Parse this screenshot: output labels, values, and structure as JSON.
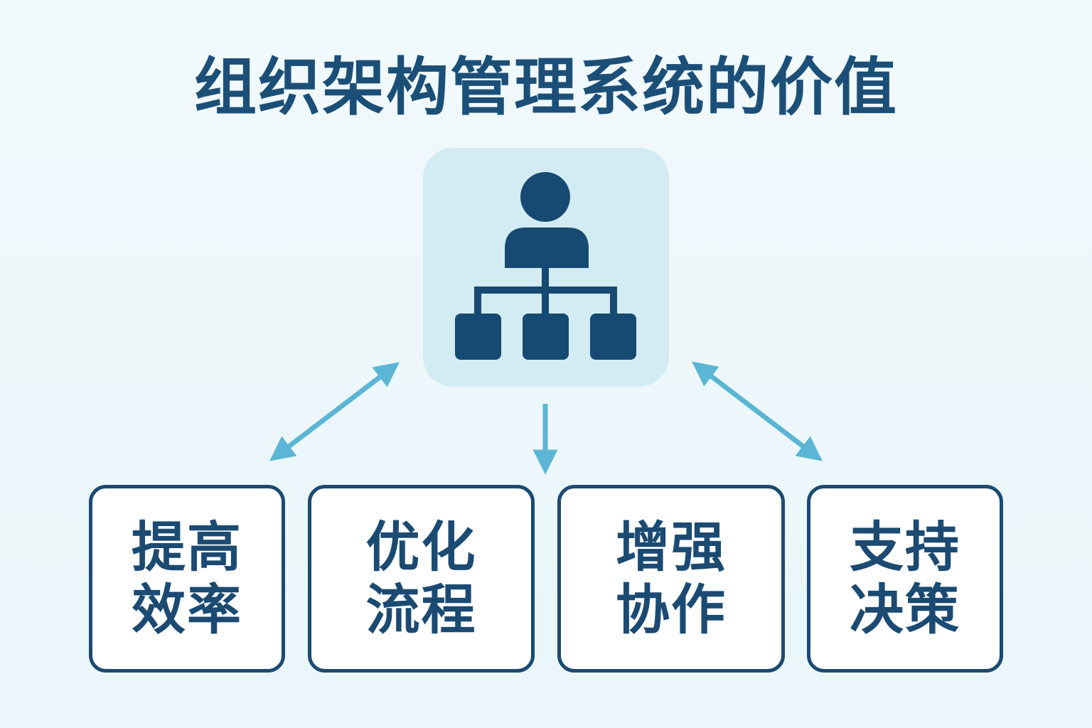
{
  "title": "组织架构管理系统的价值",
  "center_icon": "org-chart-icon",
  "colors": {
    "primary": "#1b4a72",
    "arrow": "#5ab6d4",
    "center_box": "#d3ecf4",
    "background": "#eef8fb"
  },
  "cards": [
    {
      "line1": "提高",
      "line2": "效率"
    },
    {
      "line1": "优化",
      "line2": "流程"
    },
    {
      "line1": "增强",
      "line2": "协作"
    },
    {
      "line1": "支持",
      "line2": "决策"
    }
  ]
}
